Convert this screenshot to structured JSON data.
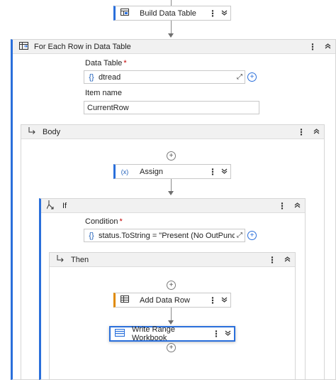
{
  "flow": {
    "build_data_table": {
      "label": "Build Data Table",
      "icon": "table-build-icon"
    },
    "for_each": {
      "title": "For Each Row in Data Table",
      "icon": "for-each-table-icon",
      "data_table_label": "Data Table",
      "data_table_required": "*",
      "data_table_value": "dtread",
      "item_name_label": "Item name",
      "item_name_value": "CurrentRow",
      "expression_icon": "{}"
    },
    "body": {
      "title": "Body",
      "icon": "body-arrow-icon",
      "assign": {
        "label": "Assign",
        "icon_text": "(x)"
      },
      "if": {
        "title": "If",
        "icon": "if-branch-icon",
        "condition_label": "Condition",
        "condition_required": "*",
        "condition_value": "status.ToString = \"Present  (No OutPunch)",
        "then": {
          "title": "Then",
          "add_data_row": {
            "label": "Add Data Row",
            "icon": "table-row-icon"
          },
          "write_range": {
            "label": "Write Range Workbook",
            "icon": "spreadsheet-icon"
          }
        }
      }
    }
  },
  "glyphs": {
    "kebab": "⋮",
    "chevron_down": "⌄",
    "chevron_up": "⌃",
    "plus": "+",
    "expand": "⤢"
  },
  "colors": {
    "accent": "#2a6fdb",
    "add_row_accent": "#e08a00",
    "panel_header": "#f1f1f1"
  }
}
